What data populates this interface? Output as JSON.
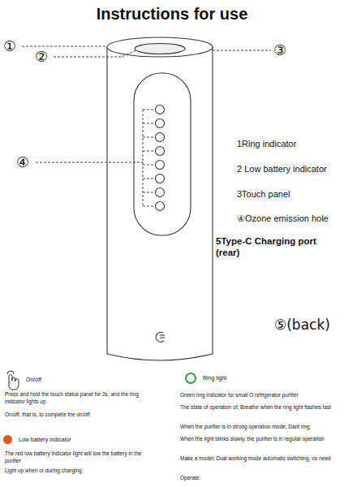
{
  "diagram": {
    "title": "Instructions for use",
    "labels": [
      "①",
      "②",
      "③",
      "④",
      "1Ring indicator",
      "2 Low battery indicator",
      "3Touch panel",
      "④Ozone emission hole",
      "5Type-C Charging port (rear)",
      "⑤(back)",
      "Press and hold the touch status panel for 2s, and the ring indicator lights up",
      "On/off, that is, to complete the on/off.",
      "The red low battery indicator light will low the battery in the purifier",
      "Light up when or during charging.",
      "Green ring indicator for small O refrigerator purifier",
      "The state of operation of; Breathe when the ring light flashes fast",
      "When the purifier is in strong operation mode; Dant ring",
      "When the light blinks slowly, the purifier is in regular operation",
      "Make a model; Dual working mode automatic switching, no need",
      "Operate."
    ],
    "legend": [
      {
        "text": "On/off"
      },
      {
        "text": "Ring light",
        "color": "#2ea043"
      },
      {
        "text": "Low battery indicator",
        "color": "#e8541e"
      }
    ]
  }
}
